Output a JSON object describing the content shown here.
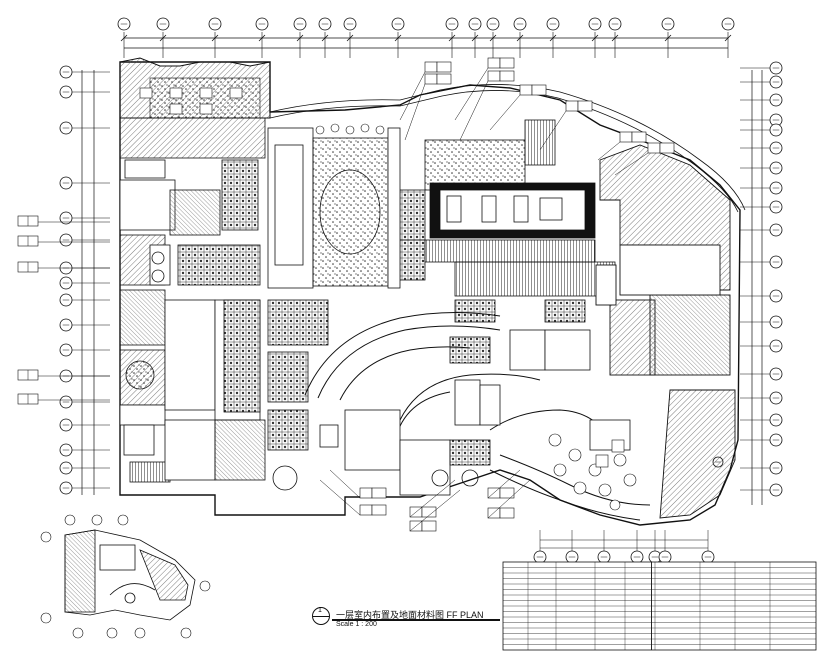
{
  "drawing": {
    "title": "一层室内布置及地面材料图 FF PLAN",
    "scale": "Scale 1 : 200",
    "view_no": "1"
  },
  "colors": {
    "ink": "#111111",
    "hatch": "#444444",
    "dark_fill": "#222222",
    "paper": "#ffffff"
  }
}
